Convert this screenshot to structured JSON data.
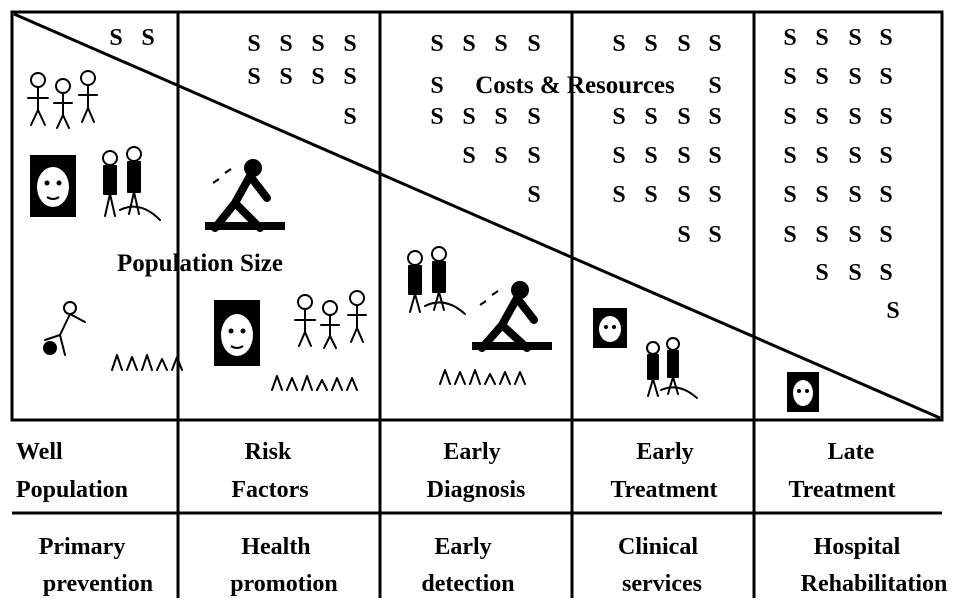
{
  "diagram": {
    "region_label_costs": "Costs & Resources",
    "region_label_population": "Population Size",
    "currency_symbol": "S",
    "stages": [
      {
        "line1": "Well",
        "line2": "Population",
        "service1": "Primary",
        "service2": "prevention"
      },
      {
        "line1": "Risk",
        "line2": "Factors",
        "service1": "Health",
        "service2": "promotion"
      },
      {
        "line1": "Early",
        "line2": "Diagnosis",
        "service1": "Early",
        "service2": "detection"
      },
      {
        "line1": "Early",
        "line2": "Treatment",
        "service1": "Clinical",
        "service2": "services"
      },
      {
        "line1": "Late",
        "line2": "Treatment",
        "service1": "Hospital",
        "service2": "Rehabilitation"
      }
    ]
  }
}
